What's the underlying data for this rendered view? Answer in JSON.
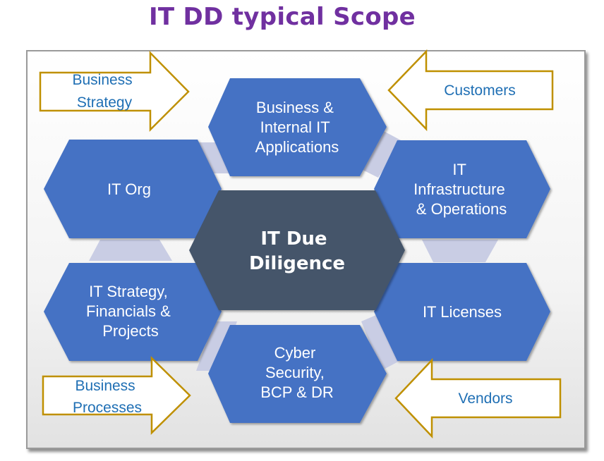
{
  "title": "IT DD typical Scope",
  "center": {
    "lines": [
      "IT Due",
      "Diligence"
    ]
  },
  "hexagons": [
    {
      "id": "business-apps",
      "lines": [
        "Business &",
        "Internal IT",
        "Applications"
      ]
    },
    {
      "id": "it-org",
      "lines": [
        "IT Org"
      ]
    },
    {
      "id": "it-infra",
      "lines": [
        "IT",
        "Infrastructure",
        "& Operations"
      ]
    },
    {
      "id": "it-strategy",
      "lines": [
        "IT Strategy,",
        "Financials &",
        "Projects"
      ]
    },
    {
      "id": "it-licenses",
      "lines": [
        "IT Licenses"
      ]
    },
    {
      "id": "cyber",
      "lines": [
        "Cyber",
        "Security,",
        "BCP & DR"
      ]
    }
  ],
  "arrows": [
    {
      "id": "business-strategy",
      "direction": "right",
      "lines": [
        "Business",
        "Strategy"
      ]
    },
    {
      "id": "customers",
      "direction": "left",
      "lines": [
        "Customers"
      ]
    },
    {
      "id": "business-processes",
      "direction": "right",
      "lines": [
        "Business",
        "Processes"
      ]
    },
    {
      "id": "vendors",
      "direction": "left",
      "lines": [
        "Vendors"
      ]
    }
  ],
  "colors": {
    "title": "#7030a0",
    "hex_fill": "#4472c4",
    "center_fill": "#44546a",
    "connector_fill": "#c9cde4",
    "arrow_stroke": "#bf9000",
    "arrow_text": "#1f6fb4"
  }
}
